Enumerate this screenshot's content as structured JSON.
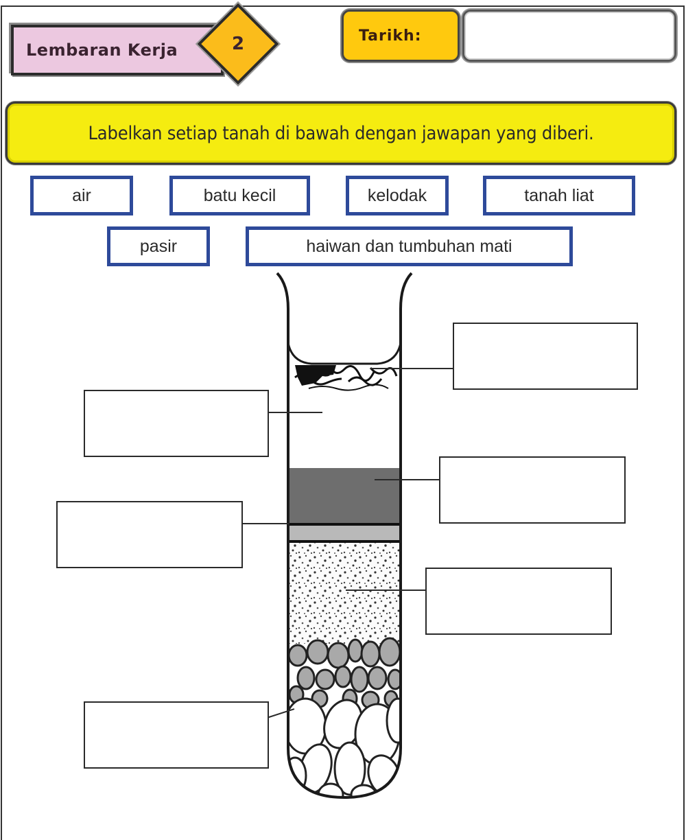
{
  "header": {
    "worksheet_label": "Lembaran Kerja",
    "worksheet_number": "2",
    "date_label": "Tarikh:",
    "date_value": ""
  },
  "instruction": "Labelkan setiap tanah di bawah dengan jawapan yang diberi.",
  "word_bank": [
    {
      "label": "air"
    },
    {
      "label": "batu kecil"
    },
    {
      "label": "kelodak"
    },
    {
      "label": "tanah liat"
    },
    {
      "label": "pasir"
    },
    {
      "label": "haiwan dan tumbuhan mati"
    }
  ],
  "diagram": {
    "subject": "test-tube-soil-layers",
    "layers_top_to_bottom": [
      "dead-organic-matter",
      "water",
      "clay",
      "silt",
      "sand",
      "small-pebbles",
      "stones"
    ]
  },
  "answer_boxes": [
    {
      "position": "right-1",
      "value": ""
    },
    {
      "position": "left-1",
      "value": ""
    },
    {
      "position": "right-2",
      "value": ""
    },
    {
      "position": "left-2",
      "value": ""
    },
    {
      "position": "right-3",
      "value": ""
    },
    {
      "position": "left-3",
      "value": ""
    }
  ],
  "colors": {
    "worksheet_label_bg": "#ecc8e0",
    "diamond_bg": "#fbbc1b",
    "date_label_bg": "#ffc90e",
    "instruction_bg": "#f5ec10",
    "word_border": "#2e4a9a",
    "clay_layer": "#6e6e6e",
    "silt_layer": "#b9b9b9"
  }
}
